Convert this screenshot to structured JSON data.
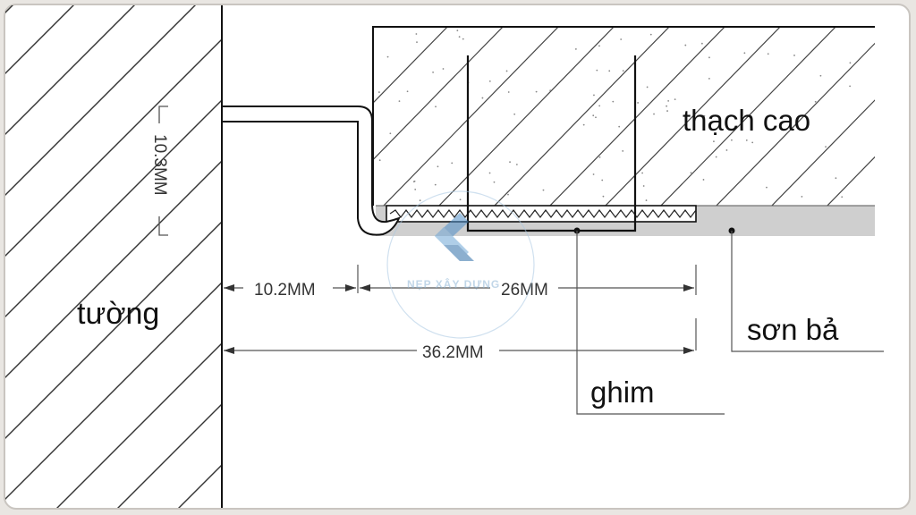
{
  "labels": {
    "wall": "tường",
    "gypsum": "thạch cao",
    "paint_board": "sơn bả",
    "pin": "ghim"
  },
  "dimensions": {
    "height": "10.3MM",
    "left_width": "10.2MM",
    "right_width": "26MM",
    "total_width": "36.2MM"
  },
  "watermark": {
    "text": "NẸP XÂY DỰNG",
    "icon": "brand-logo-icon",
    "color": "#4f8fc9"
  },
  "colors": {
    "paint_layer": "#cfcfcf",
    "lines": "#111111"
  }
}
